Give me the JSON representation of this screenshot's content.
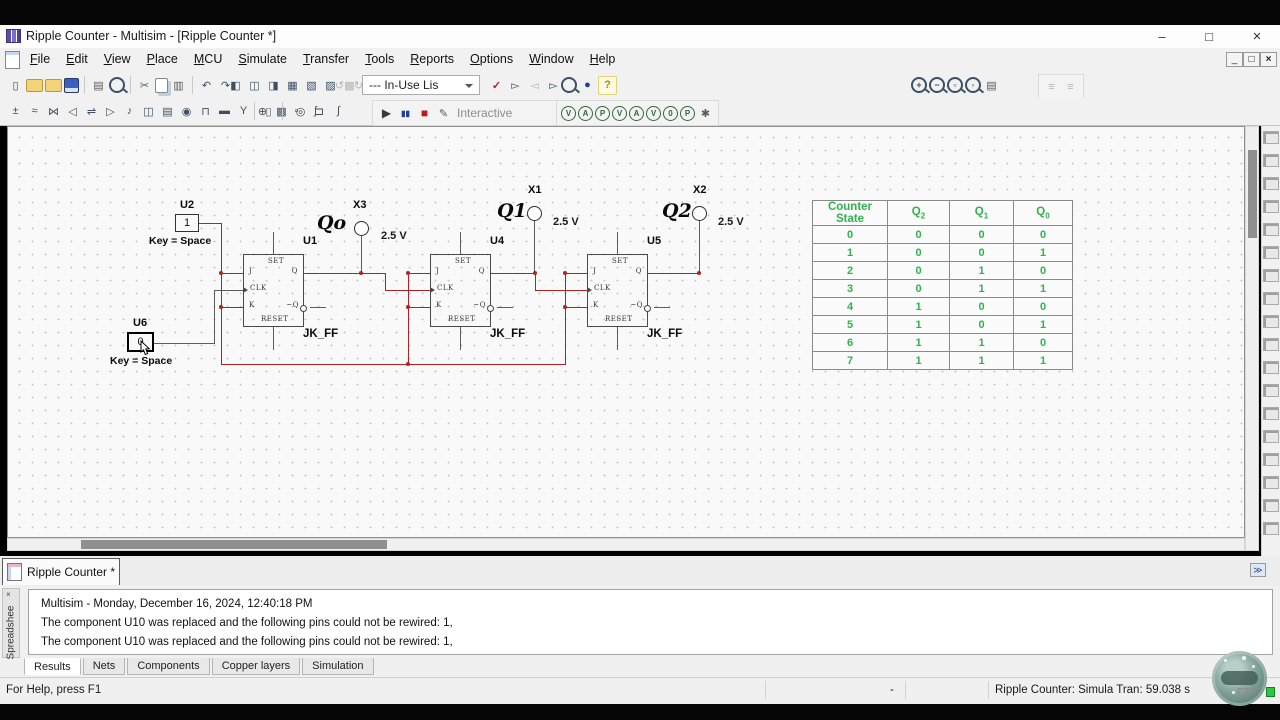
{
  "window": {
    "title": "Ripple Counter - Multisim - [Ripple Counter *]",
    "minimize_glyph": "–",
    "maximize_glyph": "□",
    "close_glyph": "×",
    "child_minimize": "_",
    "child_restore": "□",
    "child_close": "×"
  },
  "menu_bar": {
    "items": [
      "File",
      "Edit",
      "View",
      "Place",
      "MCU",
      "Simulate",
      "Transfer",
      "Tools",
      "Reports",
      "Options",
      "Window",
      "Help"
    ]
  },
  "toolbar_main": {
    "file_group": [
      {
        "n": "new-file",
        "g": "▯"
      },
      {
        "n": "open-file",
        "c": "folder"
      },
      {
        "n": "open-samples",
        "c": "folder"
      },
      {
        "n": "save",
        "c": "floppy"
      },
      {
        "sep": true
      },
      {
        "n": "print",
        "g": "▤",
        "c": "gray-glyph"
      },
      {
        "n": "print-preview",
        "c": "mag"
      },
      {
        "sep": true
      },
      {
        "n": "cut",
        "g": "✂",
        "c": "gray-glyph"
      },
      {
        "n": "copy",
        "c": "copy"
      },
      {
        "n": "paste",
        "g": "▥",
        "c": "gray-glyph"
      },
      {
        "sep": true
      },
      {
        "n": "undo",
        "g": "↶"
      },
      {
        "n": "redo",
        "g": "↷"
      }
    ],
    "toggle_group": [
      {
        "n": "design-toolbox",
        "g": "◧"
      },
      {
        "n": "spreadsheet-view",
        "g": "◫"
      },
      {
        "n": "spice-netlist-viewer",
        "g": "◨"
      },
      {
        "n": "grapher",
        "g": "▦"
      },
      {
        "n": "postprocessor",
        "g": "▧"
      },
      {
        "n": "parent-sheet",
        "g": "▨"
      },
      {
        "n": "hierarchy",
        "g": "▩",
        "c": "grayed"
      }
    ],
    "transfer_group": [
      {
        "n": "back-annotate",
        "g": "↺",
        "c": "grayed"
      },
      {
        "n": "forward-annotate",
        "g": "↻",
        "c": "grayed"
      }
    ],
    "inuse_dropdown_label": "--- In-Use Lis",
    "erc_group": [
      {
        "n": "electrical-rules-check",
        "g": "✓",
        "c": "red"
      },
      {
        "n": "transfer-to-ultiboard",
        "g": "▻"
      },
      {
        "n": "back-annotate-from-ultiboard",
        "g": "◅",
        "c": "grayed"
      },
      {
        "n": "forward-annotate-to-ultiboard",
        "g": "▻"
      }
    ],
    "find_group": [
      {
        "n": "find",
        "c": "mag"
      },
      {
        "n": "ink-blob",
        "g": "●",
        "c": "blue"
      },
      {
        "n": "help-mode",
        "g": "?",
        "c": "amber"
      }
    ],
    "zoom_group": [
      {
        "n": "zoom-in",
        "c": "mag",
        "g": "+"
      },
      {
        "n": "zoom-out",
        "c": "mag",
        "g": "−"
      },
      {
        "n": "zoom-area",
        "c": "mag",
        "g": "▫"
      },
      {
        "n": "zoom-fit",
        "c": "mag",
        "g": "◦"
      },
      {
        "n": "zoom-sheet",
        "g": "▤",
        "c": "gray-glyph"
      }
    ],
    "description_group": [
      {
        "n": "description-box",
        "g": "≡",
        "c": "grayed"
      },
      {
        "n": "edit-description-box",
        "g": "≡",
        "c": "grayed"
      }
    ]
  },
  "toolbar_components": {
    "place_group": [
      {
        "n": "place-source",
        "g": "±"
      },
      {
        "n": "place-basic",
        "g": "≈"
      },
      {
        "n": "place-diode",
        "g": "⋈"
      },
      {
        "n": "place-transistor",
        "g": "◁"
      },
      {
        "n": "place-analog",
        "g": "⇌"
      },
      {
        "n": "place-ttl",
        "g": "▷"
      },
      {
        "n": "place-cmos",
        "g": "♪"
      },
      {
        "n": "place-misc-digital",
        "g": "◫"
      },
      {
        "n": "place-mixed",
        "g": "▤"
      },
      {
        "n": "place-indicator",
        "g": "◉"
      },
      {
        "n": "place-power",
        "g": "⊓"
      },
      {
        "n": "place-misc",
        "g": "▬"
      },
      {
        "n": "place-advanced-peripherals",
        "g": "Y"
      },
      {
        "n": "place-rf",
        "g": "⊕"
      },
      {
        "n": "place-electromechanical",
        "g": "▩"
      },
      {
        "n": "place-ni-component",
        "g": "◎"
      },
      {
        "n": "place-connector",
        "g": "⊐"
      },
      {
        "n": "place-mcu",
        "g": "∫"
      }
    ],
    "edit_group": [
      {
        "sep": true
      },
      {
        "n": "delete",
        "g": "▯",
        "c": "gray-glyph"
      },
      {
        "sep": true
      },
      {
        "n": "in-use-parts",
        "g": "▫"
      },
      {
        "n": "place-bus",
        "g": "ʃ"
      }
    ],
    "sim_group": [
      {
        "n": "run",
        "g": "▶",
        "c": "play"
      },
      {
        "n": "pause",
        "g": "▮▮",
        "c": "pause"
      },
      {
        "n": "stop",
        "g": "■",
        "c": "stopred"
      },
      {
        "n": "edit-simulation",
        "g": "✎",
        "c": "gray-glyph"
      }
    ],
    "interactive_label": "Interactive",
    "probe_group": [
      {
        "n": "probe-voltage",
        "g": "V",
        "c": "probe"
      },
      {
        "n": "probe-current",
        "g": "A",
        "c": "probe"
      },
      {
        "n": "probe-power",
        "g": "P",
        "c": "probe"
      },
      {
        "n": "probe-differential-voltage",
        "g": "V",
        "c": "probe"
      },
      {
        "n": "probe-voltage-current",
        "g": "A",
        "c": "probe"
      },
      {
        "n": "probe-voltage-reference",
        "g": "V",
        "c": "probe"
      },
      {
        "n": "probe-digital",
        "g": "0",
        "c": "probe"
      },
      {
        "n": "probe-periodic",
        "g": "P",
        "c": "probe"
      },
      {
        "n": "probe-settings",
        "g": "✱",
        "c": "gray-glyph"
      }
    ]
  },
  "instruments": [
    "multimeter",
    "function-generator",
    "wattmeter",
    "oscilloscope",
    "four-channel-oscilloscope",
    "bode-plotter",
    "frequency-counter",
    "word-generator",
    "logic-converter",
    "logic-analyzer",
    "iv-analyzer",
    "distortion-analyzer",
    "spectrum-analyzer",
    "network-analyzer",
    "agilent-function-generator",
    "agilent-multimeter",
    "tektronix-oscilloscope",
    "current-clamp"
  ],
  "circuit": {
    "u2": {
      "ref": "U2",
      "value": "1",
      "key": "Key = Space"
    },
    "u6": {
      "ref": "U6",
      "value": "0",
      "key": "Key = Space"
    },
    "flipflops": [
      {
        "ref": "U1",
        "type": "JK_FF"
      },
      {
        "ref": "U4",
        "type": "JK_FF"
      },
      {
        "ref": "U5",
        "type": "JK_FF"
      }
    ],
    "pin_labels": {
      "set": "SET",
      "j": "J",
      "clk": "CLK",
      "k": "K",
      "reset": "RESET",
      "q": "Q",
      "qn": "~Q"
    },
    "probes": [
      {
        "ref": "X3",
        "signal": "Qo",
        "voltage": "2.5 V"
      },
      {
        "ref": "X1",
        "signal": "Q1",
        "voltage": "2.5 V"
      },
      {
        "ref": "X2",
        "signal": "Q2",
        "voltage": "2.5 V"
      }
    ]
  },
  "truth_table": {
    "headers": [
      {
        "base": "Counter State",
        "sub": ""
      },
      {
        "base": "Q",
        "sub": "2"
      },
      {
        "base": "Q",
        "sub": "1"
      },
      {
        "base": "Q",
        "sub": "0"
      }
    ],
    "rows": [
      [
        "0",
        "0",
        "0",
        "0"
      ],
      [
        "1",
        "0",
        "0",
        "1"
      ],
      [
        "2",
        "0",
        "1",
        "0"
      ],
      [
        "3",
        "0",
        "1",
        "1"
      ],
      [
        "4",
        "1",
        "0",
        "0"
      ],
      [
        "5",
        "1",
        "0",
        "1"
      ],
      [
        "6",
        "1",
        "1",
        "0"
      ],
      [
        "7",
        "1",
        "1",
        "1"
      ]
    ],
    "text_color": "#2eb34d"
  },
  "sheet_tab": {
    "label": "Ripple Counter *"
  },
  "spreadsheet": {
    "panel_label": "Spreadshee",
    "close_glyph": "×",
    "lines": [
      "Multisim  -  Monday, December 16, 2024, 12:40:18 PM",
      "The component U10 was replaced and the following pins could not be rewired: 1,",
      "The component U10 was replaced and the following pins could not be rewired: 1,"
    ],
    "tabs": [
      "Results",
      "Nets",
      "Components",
      "Copper layers",
      "Simulation"
    ],
    "active_tab": "Results"
  },
  "status_bar": {
    "left": "For Help, press F1",
    "middle": "-",
    "right": "Ripple Counter: Simula Tran: 59.038 s"
  },
  "colors": {
    "wire_red": "#b22222",
    "accent_green": "#2eb34d",
    "chrome": "#f1f1f1"
  }
}
